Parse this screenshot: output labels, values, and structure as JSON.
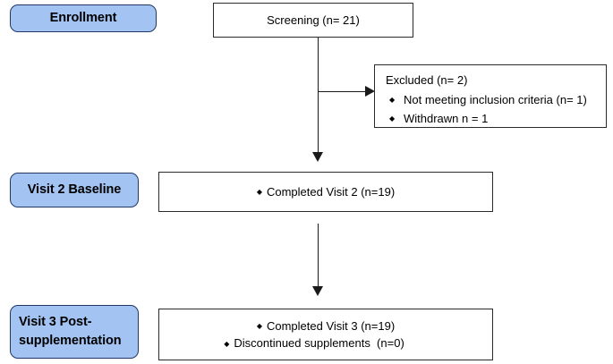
{
  "diagram": {
    "type": "study-flow-diagram",
    "stages": [
      {
        "id": "enrollment",
        "label": "Enrollment"
      },
      {
        "id": "visit2",
        "label": "Visit 2 Baseline"
      },
      {
        "id": "visit3",
        "label_line1": "Visit 3 Post-",
        "label_line2": "supplementation"
      }
    ],
    "nodes": {
      "screening": {
        "text": "Screening (n= 21)"
      },
      "excluded": {
        "heading": "Excluded (n= 2)",
        "items": [
          "Not meeting inclusion criteria (n= 1)",
          "Withdrawn n = 1"
        ]
      },
      "visit2_outcome": {
        "items": [
          "Completed Visit 2 (n=19)"
        ]
      },
      "visit3_outcome": {
        "items": [
          "Completed Visit 3 (n=19)",
          "Discontinued supplements  (n=0)"
        ]
      }
    },
    "colors": {
      "stage_fill": "#a3c4f3",
      "stage_border": "#1f3864",
      "box_border": "#2b2b2b",
      "connector": "#1a1a1a"
    }
  }
}
